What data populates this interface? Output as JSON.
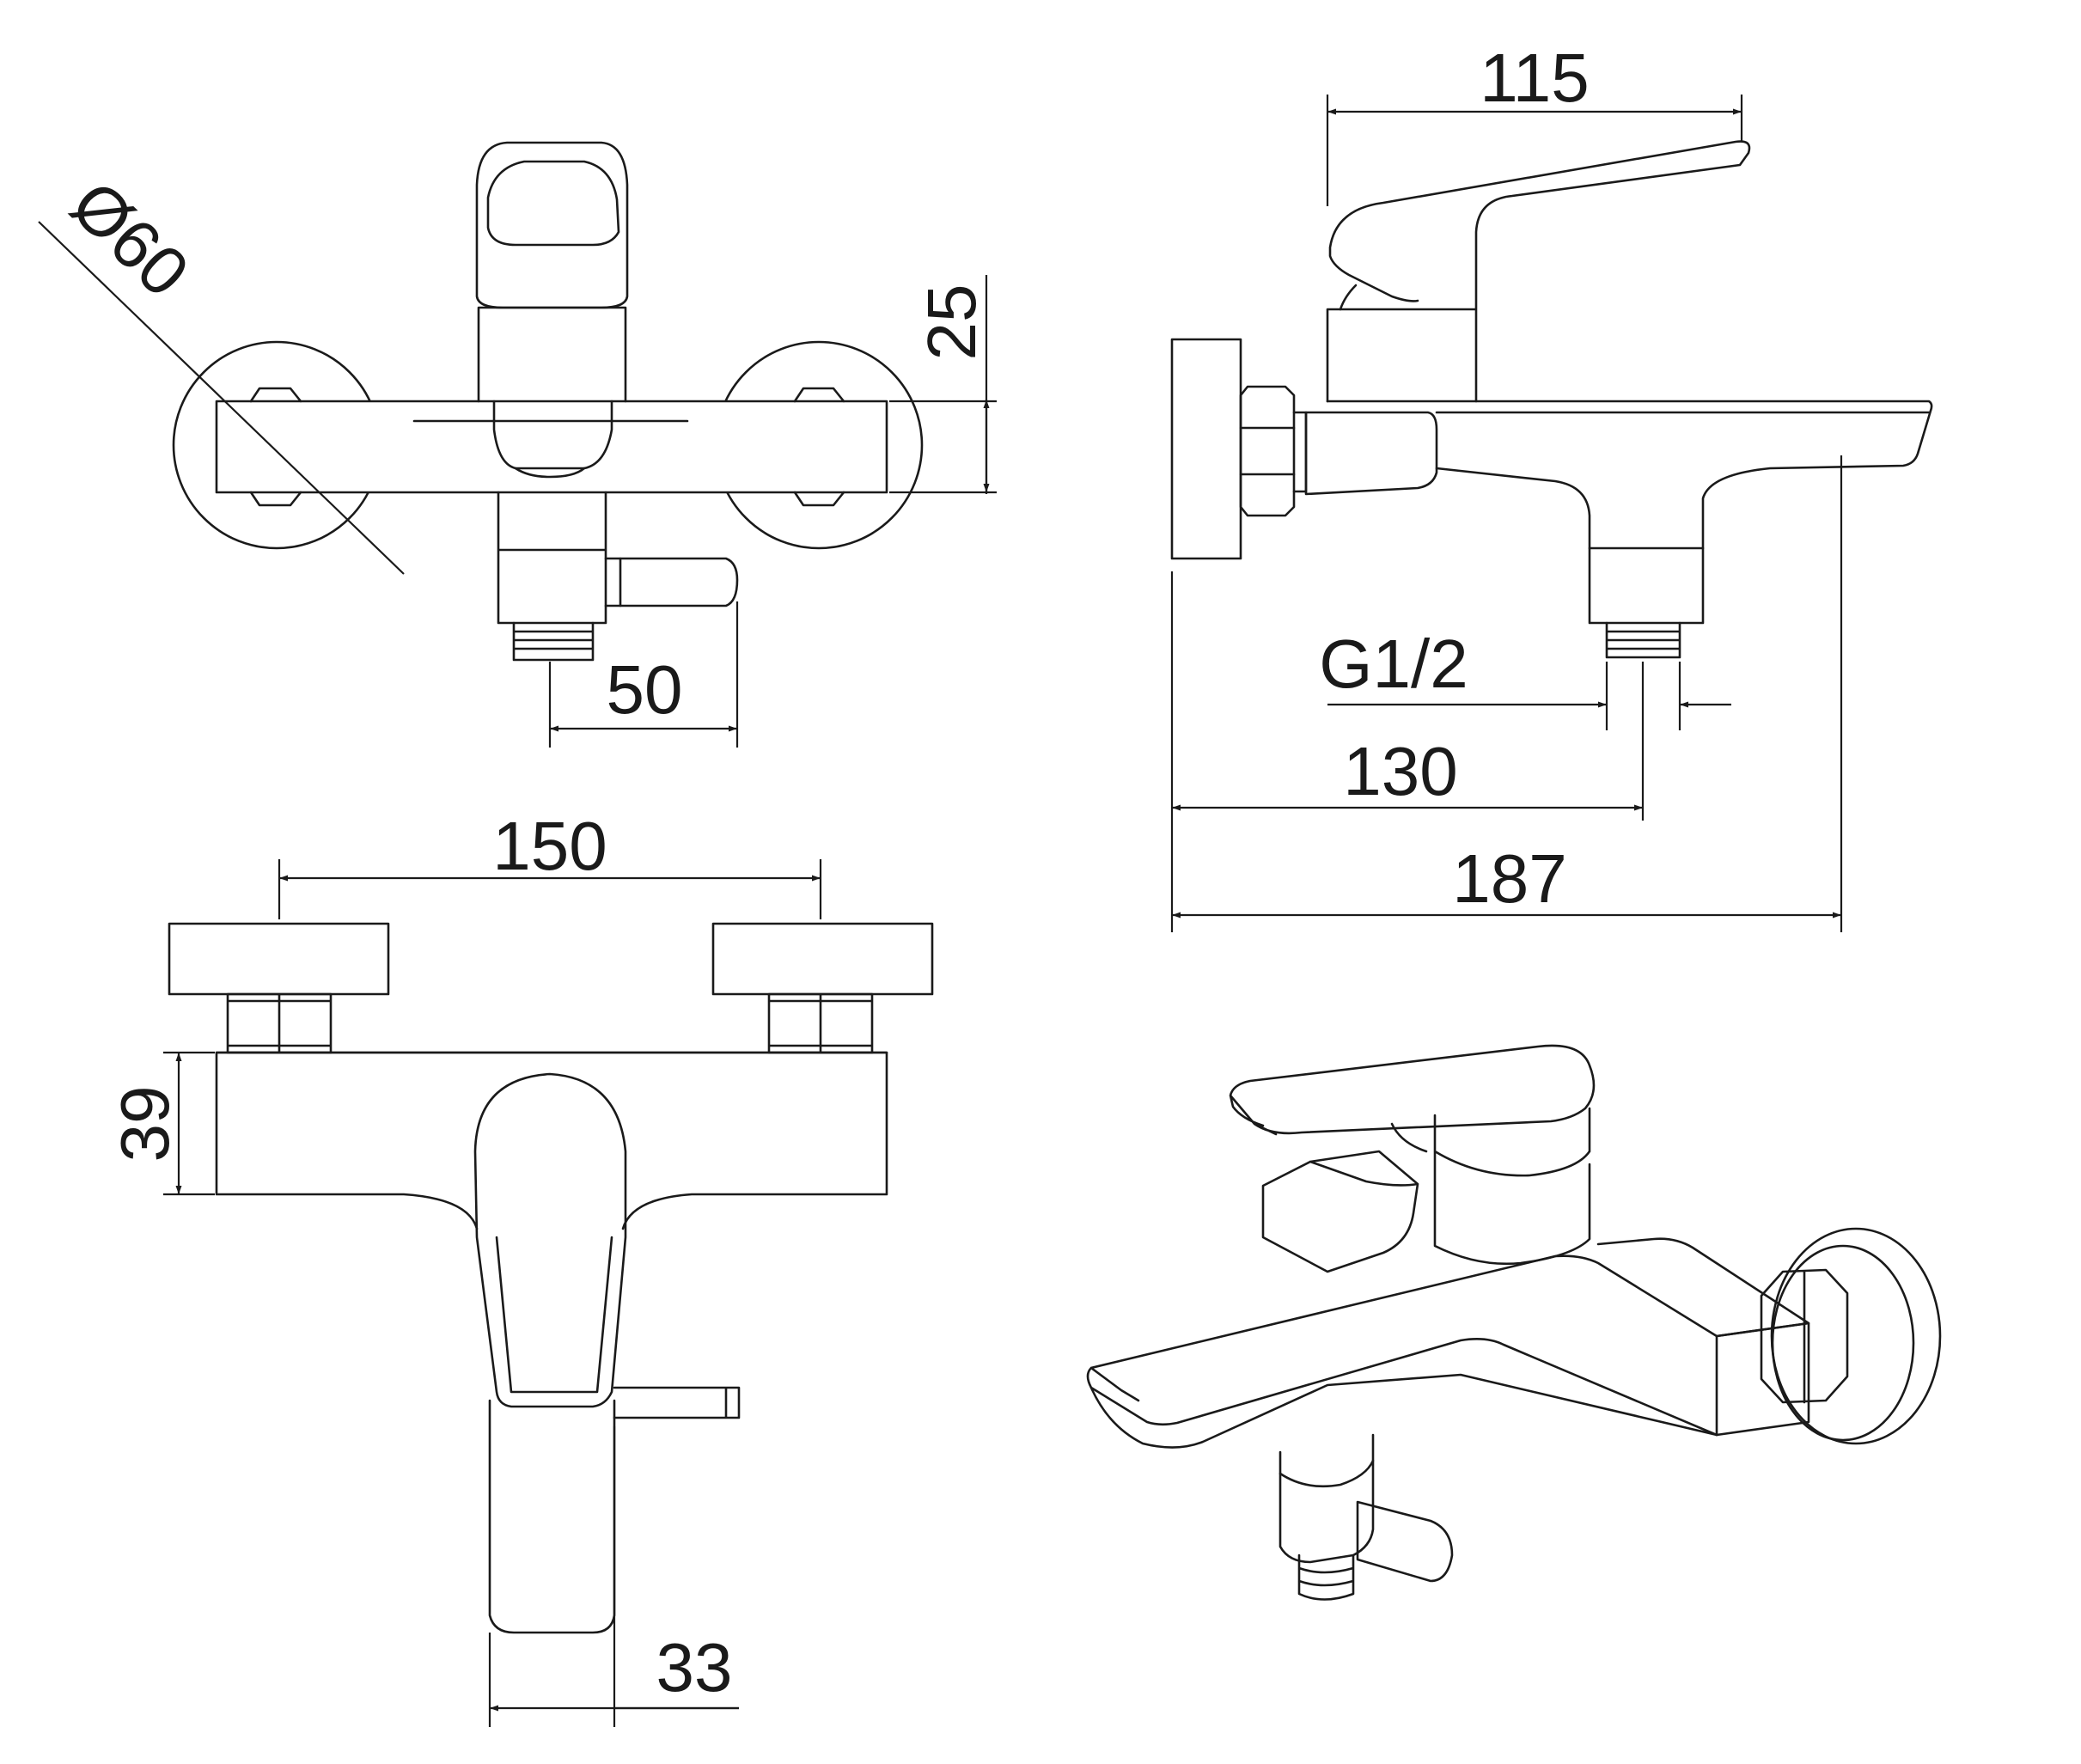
{
  "dimensions": {
    "diameter": "Ø60",
    "body_depth": "25",
    "outlet_offset": "50",
    "lever_length": "115",
    "thread": "G1/2",
    "outlet_projection": "130",
    "total_projection": "187",
    "center_distance": "150",
    "body_height": "39",
    "lever_width": "33"
  },
  "colors": {
    "line": "#1a1a1a",
    "background": "#ffffff"
  }
}
